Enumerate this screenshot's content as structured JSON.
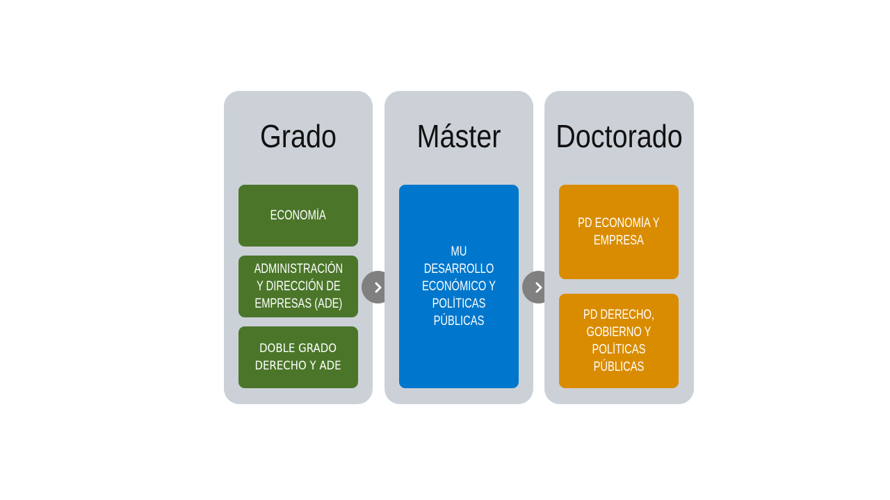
{
  "columns": {
    "grado": {
      "title": "Grado",
      "items": [
        {
          "line1": "ECONOMÍA"
        },
        {
          "line1": "ADMINISTRACIÓN",
          "line2": "Y DIRECCIÓN DE",
          "line3": "EMPRESAS (ADE)"
        },
        {
          "line1": "DOBLE GRADO",
          "line2": "DERECHO Y ADE"
        }
      ]
    },
    "master": {
      "title": "Máster",
      "items": [
        {
          "line1": "MU DESARROLLO",
          "line2": "ECONÓMICO Y",
          "line3": "POLÍTICAS",
          "line4": "PÚBLICAS"
        }
      ]
    },
    "doctorado": {
      "title": "Doctorado",
      "items": [
        {
          "line1": "PD ECONOMÍA Y",
          "line2": "EMPRESA"
        },
        {
          "line1": "PD DERECHO,",
          "line2": "GOBIERNO Y",
          "line3": "POLÍTICAS",
          "line4": "PÚBLICAS"
        }
      ]
    }
  },
  "colors": {
    "column_bg": "#ccd1d8",
    "grado_box": "#4b762a",
    "master_box": "#0077cc",
    "doctorado_box": "#d98c00",
    "arrow_bg": "#808080"
  },
  "icons": [
    "chevron-right-icon",
    "chevron-right-icon"
  ]
}
